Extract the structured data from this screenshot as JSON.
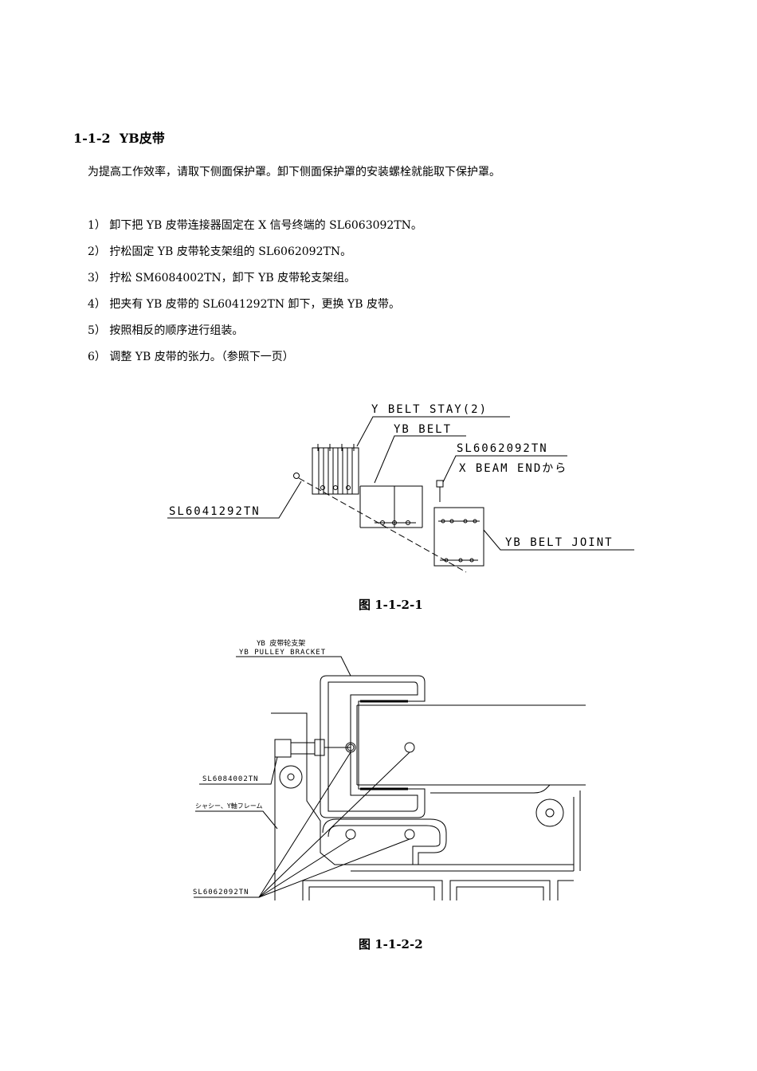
{
  "section": {
    "number": "1-1-2",
    "title": "YB皮带"
  },
  "intro": "为提高工作效率，请取下侧面保护罩。卸下侧面保护罩的安装螺栓就能取下保护罩。",
  "steps": [
    "1） 卸下把 YB 皮带连接器固定在 X 信号终端的 SL6063092TN。",
    "2） 拧松固定 YB 皮带轮支架组的 SL6062092TN。",
    "3） 拧松 SM6084002TN，卸下 YB 皮带轮支架组。",
    "4） 把夹有 YB 皮带的 SL6041292TN 卸下，更换 YB 皮带。",
    "5） 按照相反的顺序进行组装。",
    "6） 调整 YB 皮带的张力。（参照下一页）"
  ],
  "figure1": {
    "caption": "图 1-1-2-1",
    "labels": {
      "stay": "Y BELT STAY(2)",
      "belt": "YB BELT",
      "bolt_top": "SL6062092TN",
      "beam_end": "X BEAM ENDから",
      "bolt_left": "SL6041292TN",
      "joint": "YB BELT JOINT"
    }
  },
  "figure2": {
    "caption": "图 1-1-2-2",
    "labels": {
      "bracket_cn": "YB 皮带轮支架",
      "bracket": "YB PULLEY BRACKET",
      "bolt_a": "SL6084002TN",
      "frame": "シャシー、Y軸フレーム",
      "bolt_b": "SL6062092TN"
    }
  }
}
